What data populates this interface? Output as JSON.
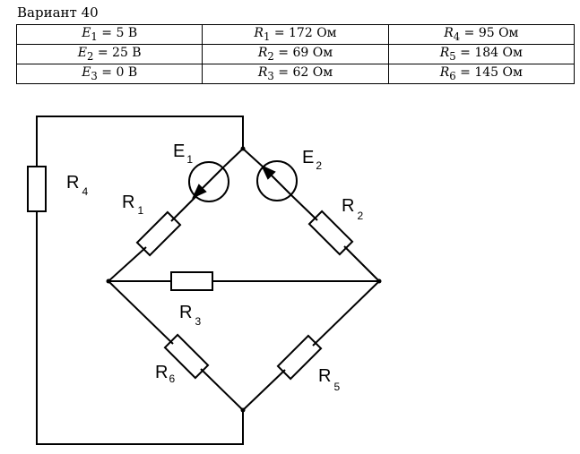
{
  "title": "Вариант 40",
  "table": {
    "rows": [
      [
        {
          "sym": "E",
          "sub": "1",
          "val": "5 B"
        },
        {
          "sym": "R",
          "sub": "1",
          "val": "172 Ом"
        },
        {
          "sym": "R",
          "sub": "4",
          "val": "95 Ом"
        }
      ],
      [
        {
          "sym": "E",
          "sub": "2",
          "val": "25 B"
        },
        {
          "sym": "R",
          "sub": "2",
          "val": "69 Ом"
        },
        {
          "sym": "R",
          "sub": "5",
          "val": "184 Ом"
        }
      ],
      [
        {
          "sym": "E",
          "sub": "3",
          "val": "0 B"
        },
        {
          "sym": "R",
          "sub": "3",
          "val": "62 Ом"
        },
        {
          "sym": "R",
          "sub": "6",
          "val": "145 Ом"
        }
      ]
    ]
  },
  "diagram": {
    "labels": {
      "E1": {
        "main": "E",
        "sub": "1"
      },
      "E2": {
        "main": "E",
        "sub": "2"
      },
      "R1": {
        "main": "R",
        "sub": "1"
      },
      "R2": {
        "main": "R",
        "sub": "2"
      },
      "R3": {
        "main": "R",
        "sub": "3"
      },
      "R4": {
        "main": "R",
        "sub": "4"
      },
      "R5": {
        "main": "R",
        "sub": "5"
      },
      "R6": {
        "main": "R",
        "sub": "6"
      }
    }
  }
}
